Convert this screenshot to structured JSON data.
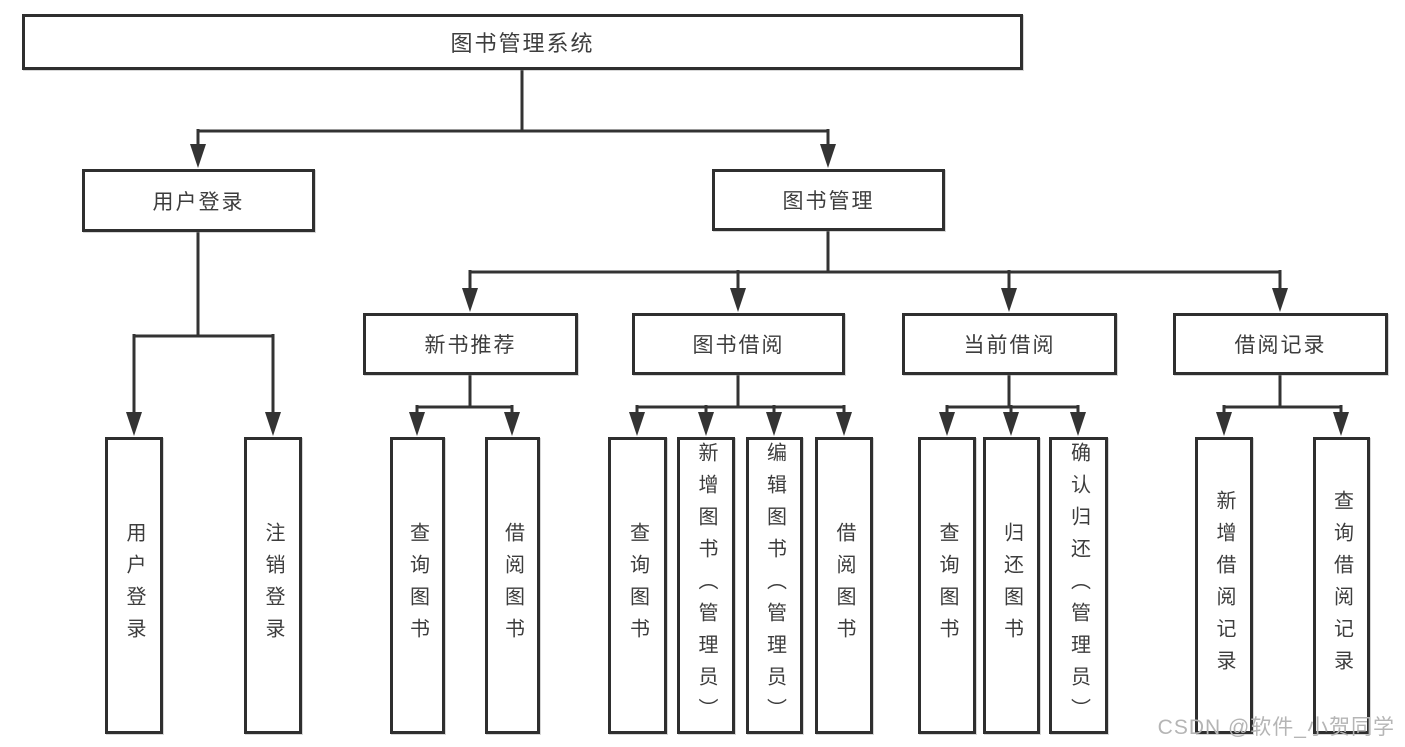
{
  "diagram": {
    "tree": {
      "root": {
        "label": "图书管理系统"
      },
      "level2": [
        {
          "label": "用户登录",
          "children": [
            {
              "label": "用户登录"
            },
            {
              "label": "注销登录"
            }
          ]
        },
        {
          "label": "图书管理",
          "children": [
            {
              "label": "新书推荐",
              "children": [
                {
                  "label": "查询图书"
                },
                {
                  "label": "借阅图书"
                }
              ]
            },
            {
              "label": "图书借阅",
              "children": [
                {
                  "label": "查询图书"
                },
                {
                  "label": "新增图书（管理员）"
                },
                {
                  "label": "编辑图书（管理员）"
                },
                {
                  "label": "借阅图书"
                }
              ]
            },
            {
              "label": "当前借阅",
              "children": [
                {
                  "label": "查询图书"
                },
                {
                  "label": "归还图书"
                },
                {
                  "label": "确认归还（管理员）"
                }
              ]
            },
            {
              "label": "借阅记录",
              "children": [
                {
                  "label": "新增借阅记录"
                },
                {
                  "label": "查询借阅记录"
                }
              ]
            }
          ]
        }
      ]
    },
    "watermark": {
      "text": "CSDN @软件_小贺同学"
    },
    "colors": {
      "line": "#333333",
      "box_border": "#2f2f2f",
      "box_background": "#ffffff",
      "text": "#3d3d3d",
      "watermark": "#b5b5b5"
    }
  }
}
